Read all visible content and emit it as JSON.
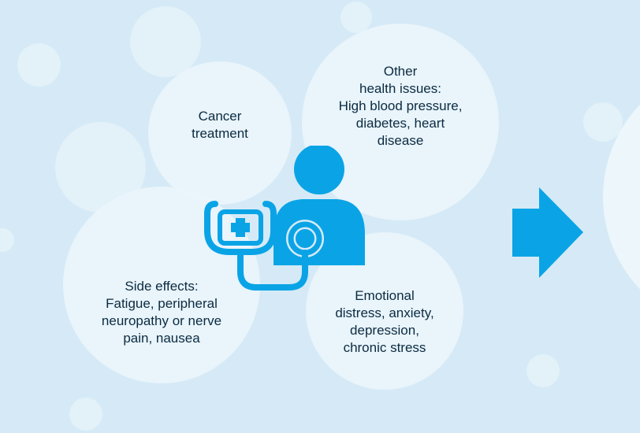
{
  "diagram": {
    "nodes": {
      "cancer_treatment": {
        "lines": [
          "Cancer",
          "treatment"
        ]
      },
      "other_health": {
        "lines": [
          "Other",
          "health issues:",
          "High blood pressure,",
          "diabetes, heart",
          "disease"
        ]
      },
      "side_effects": {
        "lines": [
          "Side effects:",
          "Fatigue, peripheral",
          "neuropathy or nerve",
          "pain, nausea"
        ]
      },
      "emotional": {
        "lines": [
          "Emotional",
          "distress, anxiety,",
          "depression,",
          "chronic stress"
        ]
      }
    },
    "icons": {
      "center": "doctor-with-stethoscope-icon",
      "arrow": "right-arrow-icon"
    },
    "colors": {
      "background": "#d5eaf6",
      "accent": "#0aa4e6",
      "text": "#0b2b40"
    }
  }
}
